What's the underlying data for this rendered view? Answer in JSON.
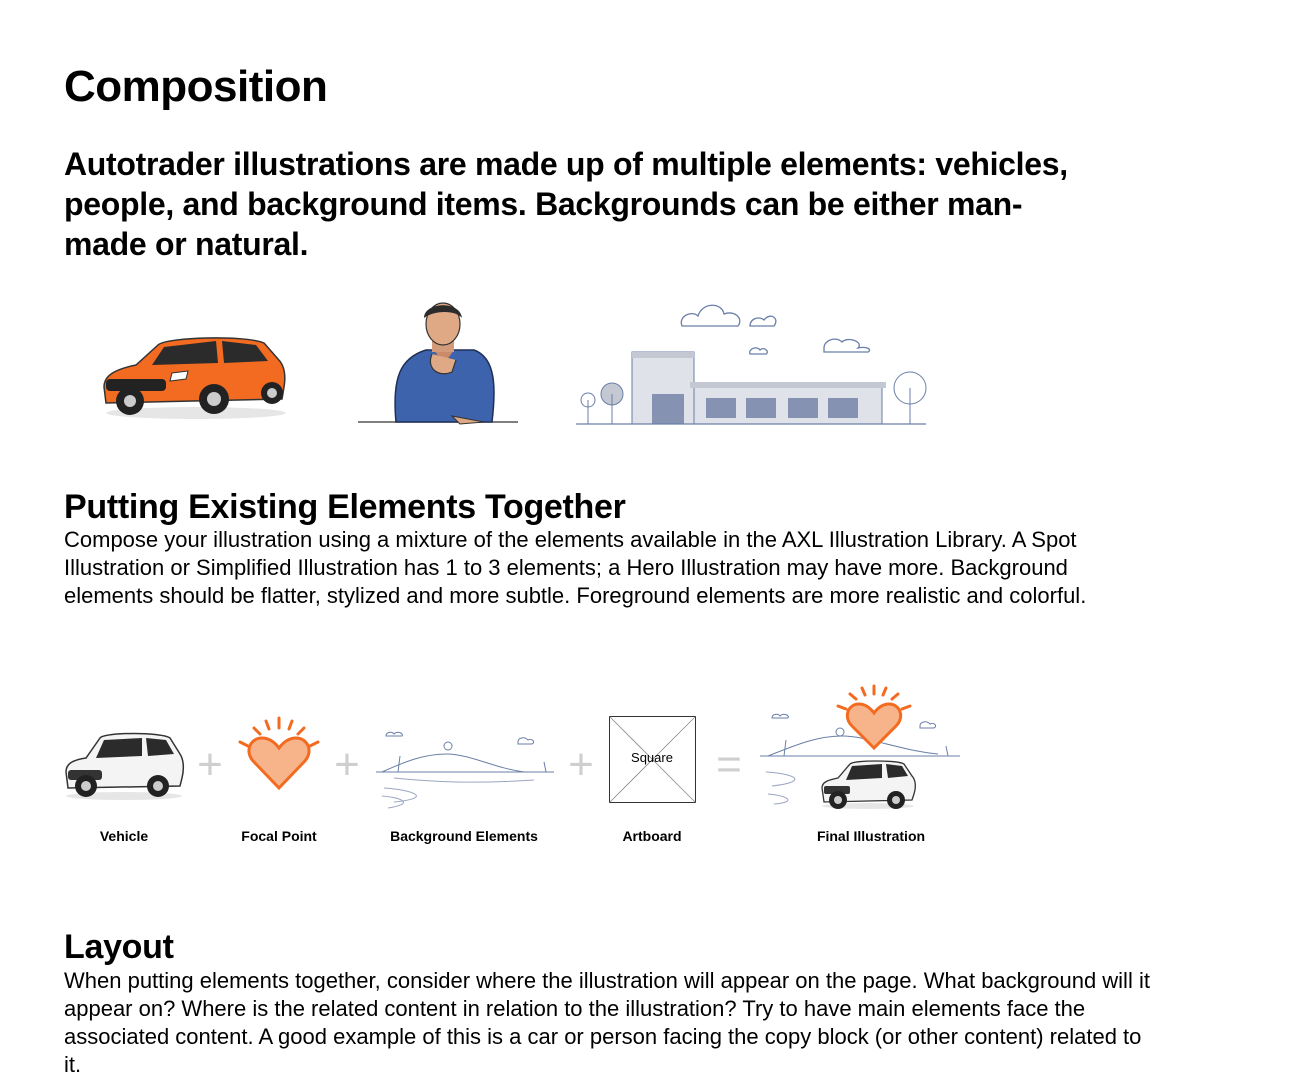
{
  "page_title": "Composition",
  "lead": "Autotrader illustrations are made up of multiple elements: vehicles, people, and background items. Backgrounds can be either man-made or natural.",
  "section_existing": {
    "heading": "Putting Existing Elements Together",
    "body": "Compose your illustration using a mixture of the elements available in the AXL Illustration Library. A Spot Illustration or Simplified Illustration has 1 to 3 elements; a Hero Illustration may have more. Background elements should be flatter, stylized and more subtle. Foreground elements are more realistic and colorful."
  },
  "equation": {
    "items": [
      "Vehicle",
      "Focal Point",
      "Background Elements",
      "Artboard",
      "Final Illustration"
    ],
    "artboard_label": "Square",
    "plus": "+",
    "equals": "="
  },
  "section_layout": {
    "heading": "Layout",
    "body": "When putting elements together, consider where the illustration will appear on the page. What background will it appear on? Where is the related content in relation to the illustration? Try to have main elements face the associated content. A good example of this is a car or person facing the copy block (or other content) related to it."
  },
  "colors": {
    "accent_orange": "#f26b21",
    "heart_fill": "#f7b48a",
    "line_blue": "#6b7fa8",
    "building_gray": "#dfe2e8"
  }
}
